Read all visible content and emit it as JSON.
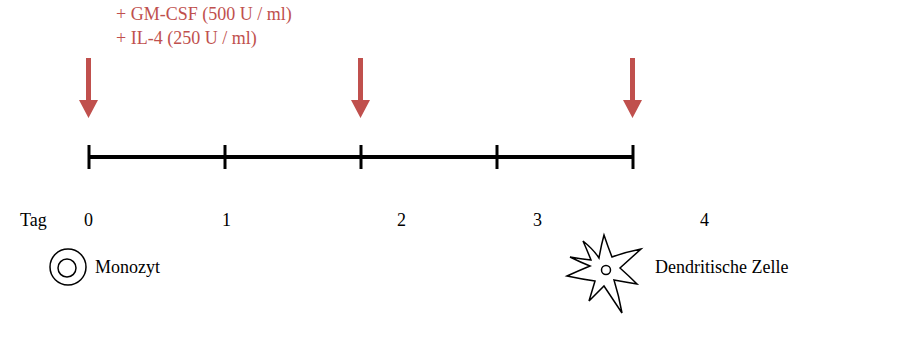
{
  "diagram": {
    "labels": [
      "+ GM-CSF (500 U / ml)",
      "+ IL-4 (250 U / ml)",
      "Tag",
      "0",
      "1",
      "2",
      "3",
      "4",
      "Monozyt",
      "Dendritische Zelle"
    ]
  }
}
